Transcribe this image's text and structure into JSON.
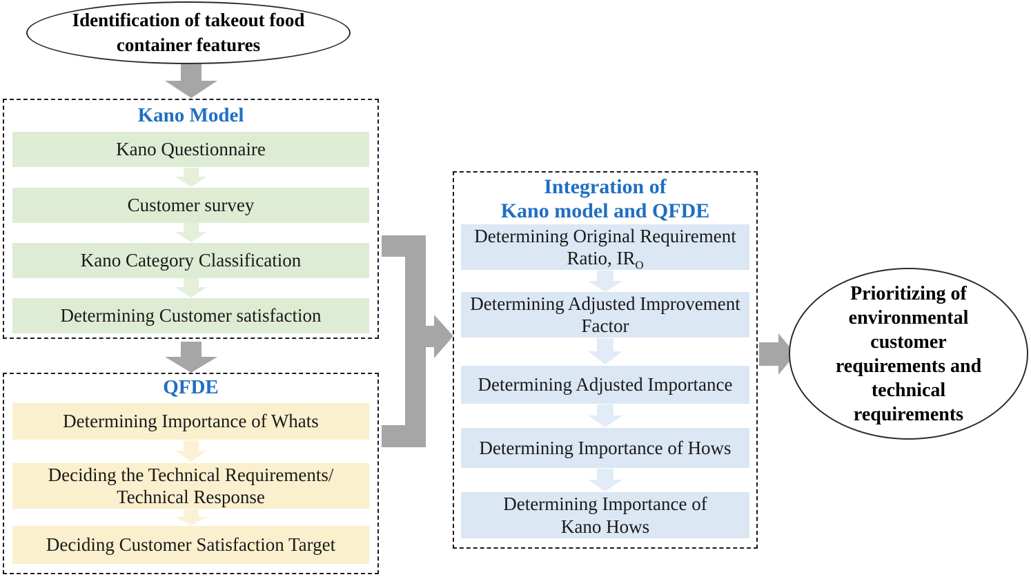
{
  "palette": {
    "green": "#dfecd4",
    "green_arrow": "#e4f0da",
    "yellow": "#faf0ce",
    "yellow_arrow": "#fbf2d6",
    "blue": "#dbe7f3",
    "blue_arrow": "#e2ecf7",
    "gray": "#a6a6a6",
    "title_text": "#1f6fc2",
    "line": "#1a1a1a"
  },
  "start_ellipse": {
    "text": "Identification of takeout food container features"
  },
  "kano": {
    "title": "Kano Model",
    "steps": [
      "Kano Questionnaire",
      "Customer survey",
      "Kano Category Classification",
      "Determining Customer satisfaction"
    ]
  },
  "qfde": {
    "title": "QFDE",
    "steps": [
      "Determining Importance of Whats",
      "Deciding the Technical Requirements/ Technical Response",
      "Deciding Customer Satisfaction Target"
    ]
  },
  "integration": {
    "title_line1": "Integration of",
    "title_line2": "Kano model and QFDE",
    "steps": [
      {
        "text": "Determining Original Requirement Ratio, IR",
        "sub": "O"
      },
      {
        "text": "Determining Adjusted Improvement Factor"
      },
      {
        "text": "Determining Adjusted Importance"
      },
      {
        "text": "Determining Importance of Hows"
      },
      {
        "text": "Determining Importance of Kano Hows"
      }
    ]
  },
  "end_ellipse": {
    "text": "Prioritizing of environmental customer requirements and technical requirements"
  }
}
